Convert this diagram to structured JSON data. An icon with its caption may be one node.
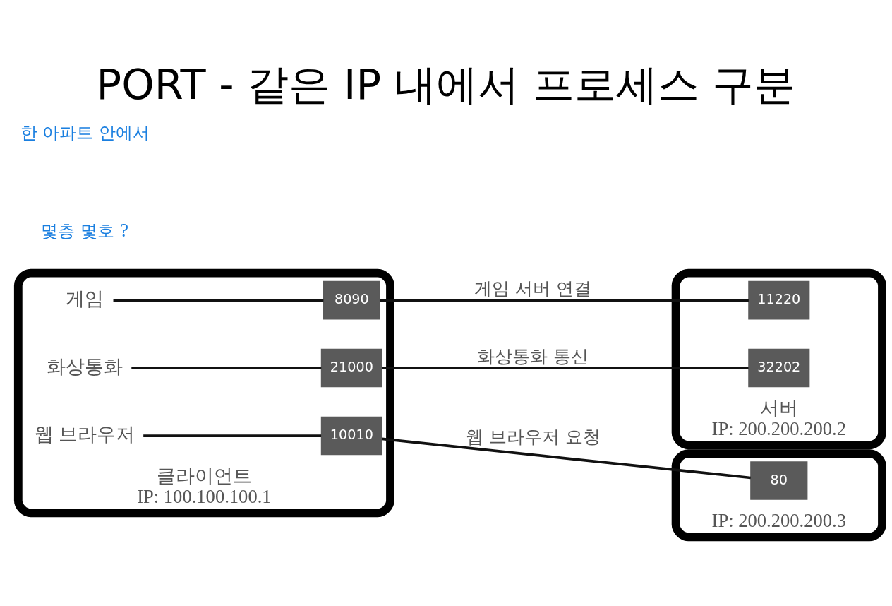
{
  "diagram": {
    "title": "PORT - 같은 IP 내에서 프로세스 구분",
    "nodes": [
      {
        "text": [],
        "shape": "monitor",
        "beside": [
          "클라이언트",
          "IP: 100.100.100.1"
        ]
      },
      {
        "text": [
          "게임"
        ],
        "in": 0
      },
      {
        "text": [
          "8090"
        ],
        "in": 0
      },
      {
        "text": [
          "화상통화"
        ],
        "in": 0
      },
      {
        "text": [
          "21000"
        ],
        "in": 0
      },
      {
        "text": [
          "웹 브라우저"
        ],
        "in": 0
      },
      {
        "text": [
          "10010"
        ],
        "in": 0
      },
      {
        "text": [],
        "shape": "monitor",
        "beside": [
          "서버",
          "IP: 200.200.200.2"
        ]
      },
      {
        "text": [
          "11220"
        ],
        "in": 7
      },
      {
        "text": [
          "32202"
        ],
        "in": 7
      },
      {
        "text": [],
        "shape": "monitor",
        "beside": [
          "IP: 200.200.200.3"
        ]
      },
      {
        "text": [
          "80"
        ],
        "in": 10
      }
    ],
    "edges": [
      {
        "from": 1,
        "to": 2,
        "arrow": "none"
      },
      {
        "from": 3,
        "to": 4,
        "arrow": "none"
      },
      {
        "from": 5,
        "to": 6,
        "arrow": "none"
      },
      {
        "from": 2,
        "to": 8,
        "arrow": "none",
        "label": "게임 서버 연결"
      },
      {
        "from": 4,
        "to": 9,
        "arrow": "none",
        "label": "화상통화 통신"
      },
      {
        "from": 6,
        "to": 11,
        "arrow": "none",
        "label": "웹 브라우저 요청"
      }
    ],
    "labels": [
      "한 아파트 안에서",
      "몇층 몇호 ?"
    ]
  }
}
